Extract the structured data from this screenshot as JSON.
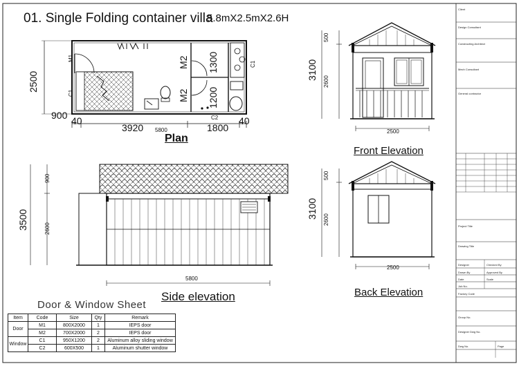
{
  "title": {
    "main": "01. Single Folding container villa",
    "dims": "5.8mX2.5mX2.6H"
  },
  "plan": {
    "label": "Plan",
    "room_labels": [
      "M2",
      "M2",
      "1300",
      "1200"
    ],
    "side_dim": "2500",
    "bottom_dims": [
      "900",
      "40",
      "3920",
      "5800",
      "1800",
      "40"
    ],
    "door_tags": [
      "M1",
      "C1",
      "C1",
      "C2"
    ]
  },
  "front_elevation": {
    "label": "Front Elevation",
    "height_total": "3100",
    "roof_height": "500",
    "wall_height": "2600",
    "width": "2500"
  },
  "back_elevation": {
    "label": "Back Elevation",
    "height_total": "3100",
    "roof_height": "500",
    "wall_height": "2600",
    "width": "2500"
  },
  "side_elevation": {
    "label": "Side elevation",
    "height_total": "3500",
    "roof_height": "900",
    "wall_height": "2600",
    "length": "5800"
  },
  "door_window_sheet": {
    "title": "Door & Window Sheet",
    "headers": [
      "Item",
      "Code",
      "Size",
      "Qty",
      "Remark"
    ],
    "groups": [
      "Door",
      "Window"
    ],
    "rows": [
      {
        "code": "M1",
        "size": "800X2000",
        "qty": "1",
        "remark": "IEPS door"
      },
      {
        "code": "M2",
        "size": "700X2000",
        "qty": "2",
        "remark": "IEPS door"
      },
      {
        "code": "C1",
        "size": "950X1200",
        "qty": "2",
        "remark": "Aluminum alloy sliding window"
      },
      {
        "code": "C2",
        "size": "600X500",
        "qty": "1",
        "remark": "Aluminum shutter window"
      }
    ]
  },
  "title_block": {
    "fields": [
      "Client",
      "Design Consultant",
      "Constructing Architect",
      "Mech Consultant",
      "General contractor",
      "Project Title",
      "Drawing Title",
      "Designer",
      "Checked By",
      "Drawn By",
      "Approved By",
      "Date",
      "Scale",
      "Job No.",
      "Factory Code",
      "Group No.",
      "Designer Dwg No.",
      "Dwg No.",
      "Page"
    ]
  }
}
